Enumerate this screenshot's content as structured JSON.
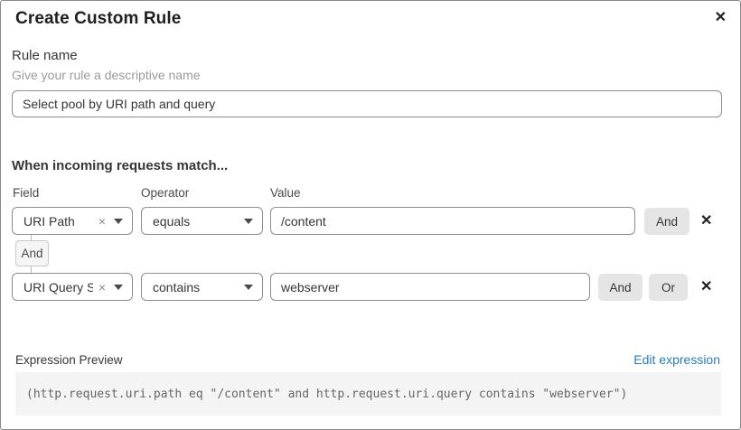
{
  "dialog": {
    "title": "Create Custom Rule",
    "close_icon": "✕"
  },
  "rule_name": {
    "label": "Rule name",
    "helper": "Give your rule a descriptive name",
    "value": "Select pool by URI path and query"
  },
  "matcher": {
    "heading": "When incoming requests match...",
    "columns": {
      "field": "Field",
      "operator": "Operator",
      "value": "Value"
    },
    "rows": [
      {
        "field": "URI Path",
        "operator": "equals",
        "value": "/content",
        "buttons": [
          "And"
        ]
      },
      {
        "field": "URI Query St...",
        "operator": "contains",
        "value": "webserver",
        "buttons": [
          "And",
          "Or"
        ]
      }
    ],
    "connector_label": "And",
    "clear_icon": "×",
    "remove_icon": "✕"
  },
  "expression": {
    "label": "Expression Preview",
    "edit_link": "Edit expression",
    "code": "(http.request.uri.path eq \"/content\" and http.request.uri.query contains \"webserver\")"
  },
  "colors": {
    "link_blue": "#2b7bba",
    "button_gray": "#e5e5e5",
    "code_bg": "#f4f4f4",
    "border_gray": "#8d8d8d"
  }
}
